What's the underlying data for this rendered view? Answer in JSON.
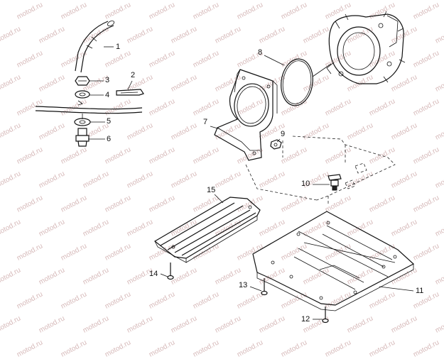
{
  "watermark": {
    "text": "motod.ru",
    "color": "#d6b9b9"
  },
  "callouts": [
    {
      "id": "1",
      "label": "1"
    },
    {
      "id": "2",
      "label": "2"
    },
    {
      "id": "3",
      "label": "3"
    },
    {
      "id": "4",
      "label": "4"
    },
    {
      "id": "5",
      "label": "5"
    },
    {
      "id": "6",
      "label": "6"
    },
    {
      "id": "7",
      "label": "7"
    },
    {
      "id": "8",
      "label": "8"
    },
    {
      "id": "9",
      "label": "9"
    },
    {
      "id": "10",
      "label": "10"
    },
    {
      "id": "11",
      "label": "11"
    },
    {
      "id": "12",
      "label": "12"
    },
    {
      "id": "13",
      "label": "13"
    },
    {
      "id": "14",
      "label": "14"
    },
    {
      "id": "15",
      "label": "15"
    }
  ]
}
